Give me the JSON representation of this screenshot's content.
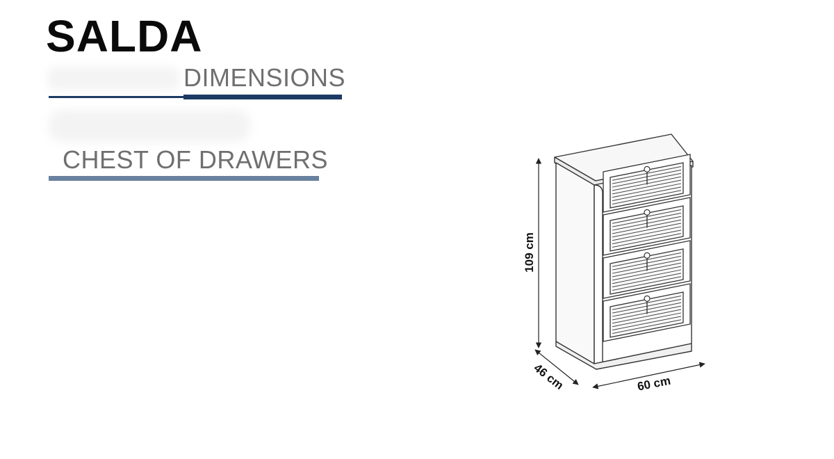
{
  "header": {
    "brand": "SALDA",
    "section": "DIMENSIONS",
    "product_type": "CHEST OF DRAWERS"
  },
  "colors": {
    "brand_navy": "#1c3a63",
    "steel_blue": "#6a819f",
    "label_gray": "#6f6f6f"
  },
  "drawing": {
    "product": "chest-of-drawers",
    "drawer_count": 4,
    "dimensions": {
      "height": "109 cm",
      "depth": "46 cm",
      "width": "60 cm"
    }
  }
}
